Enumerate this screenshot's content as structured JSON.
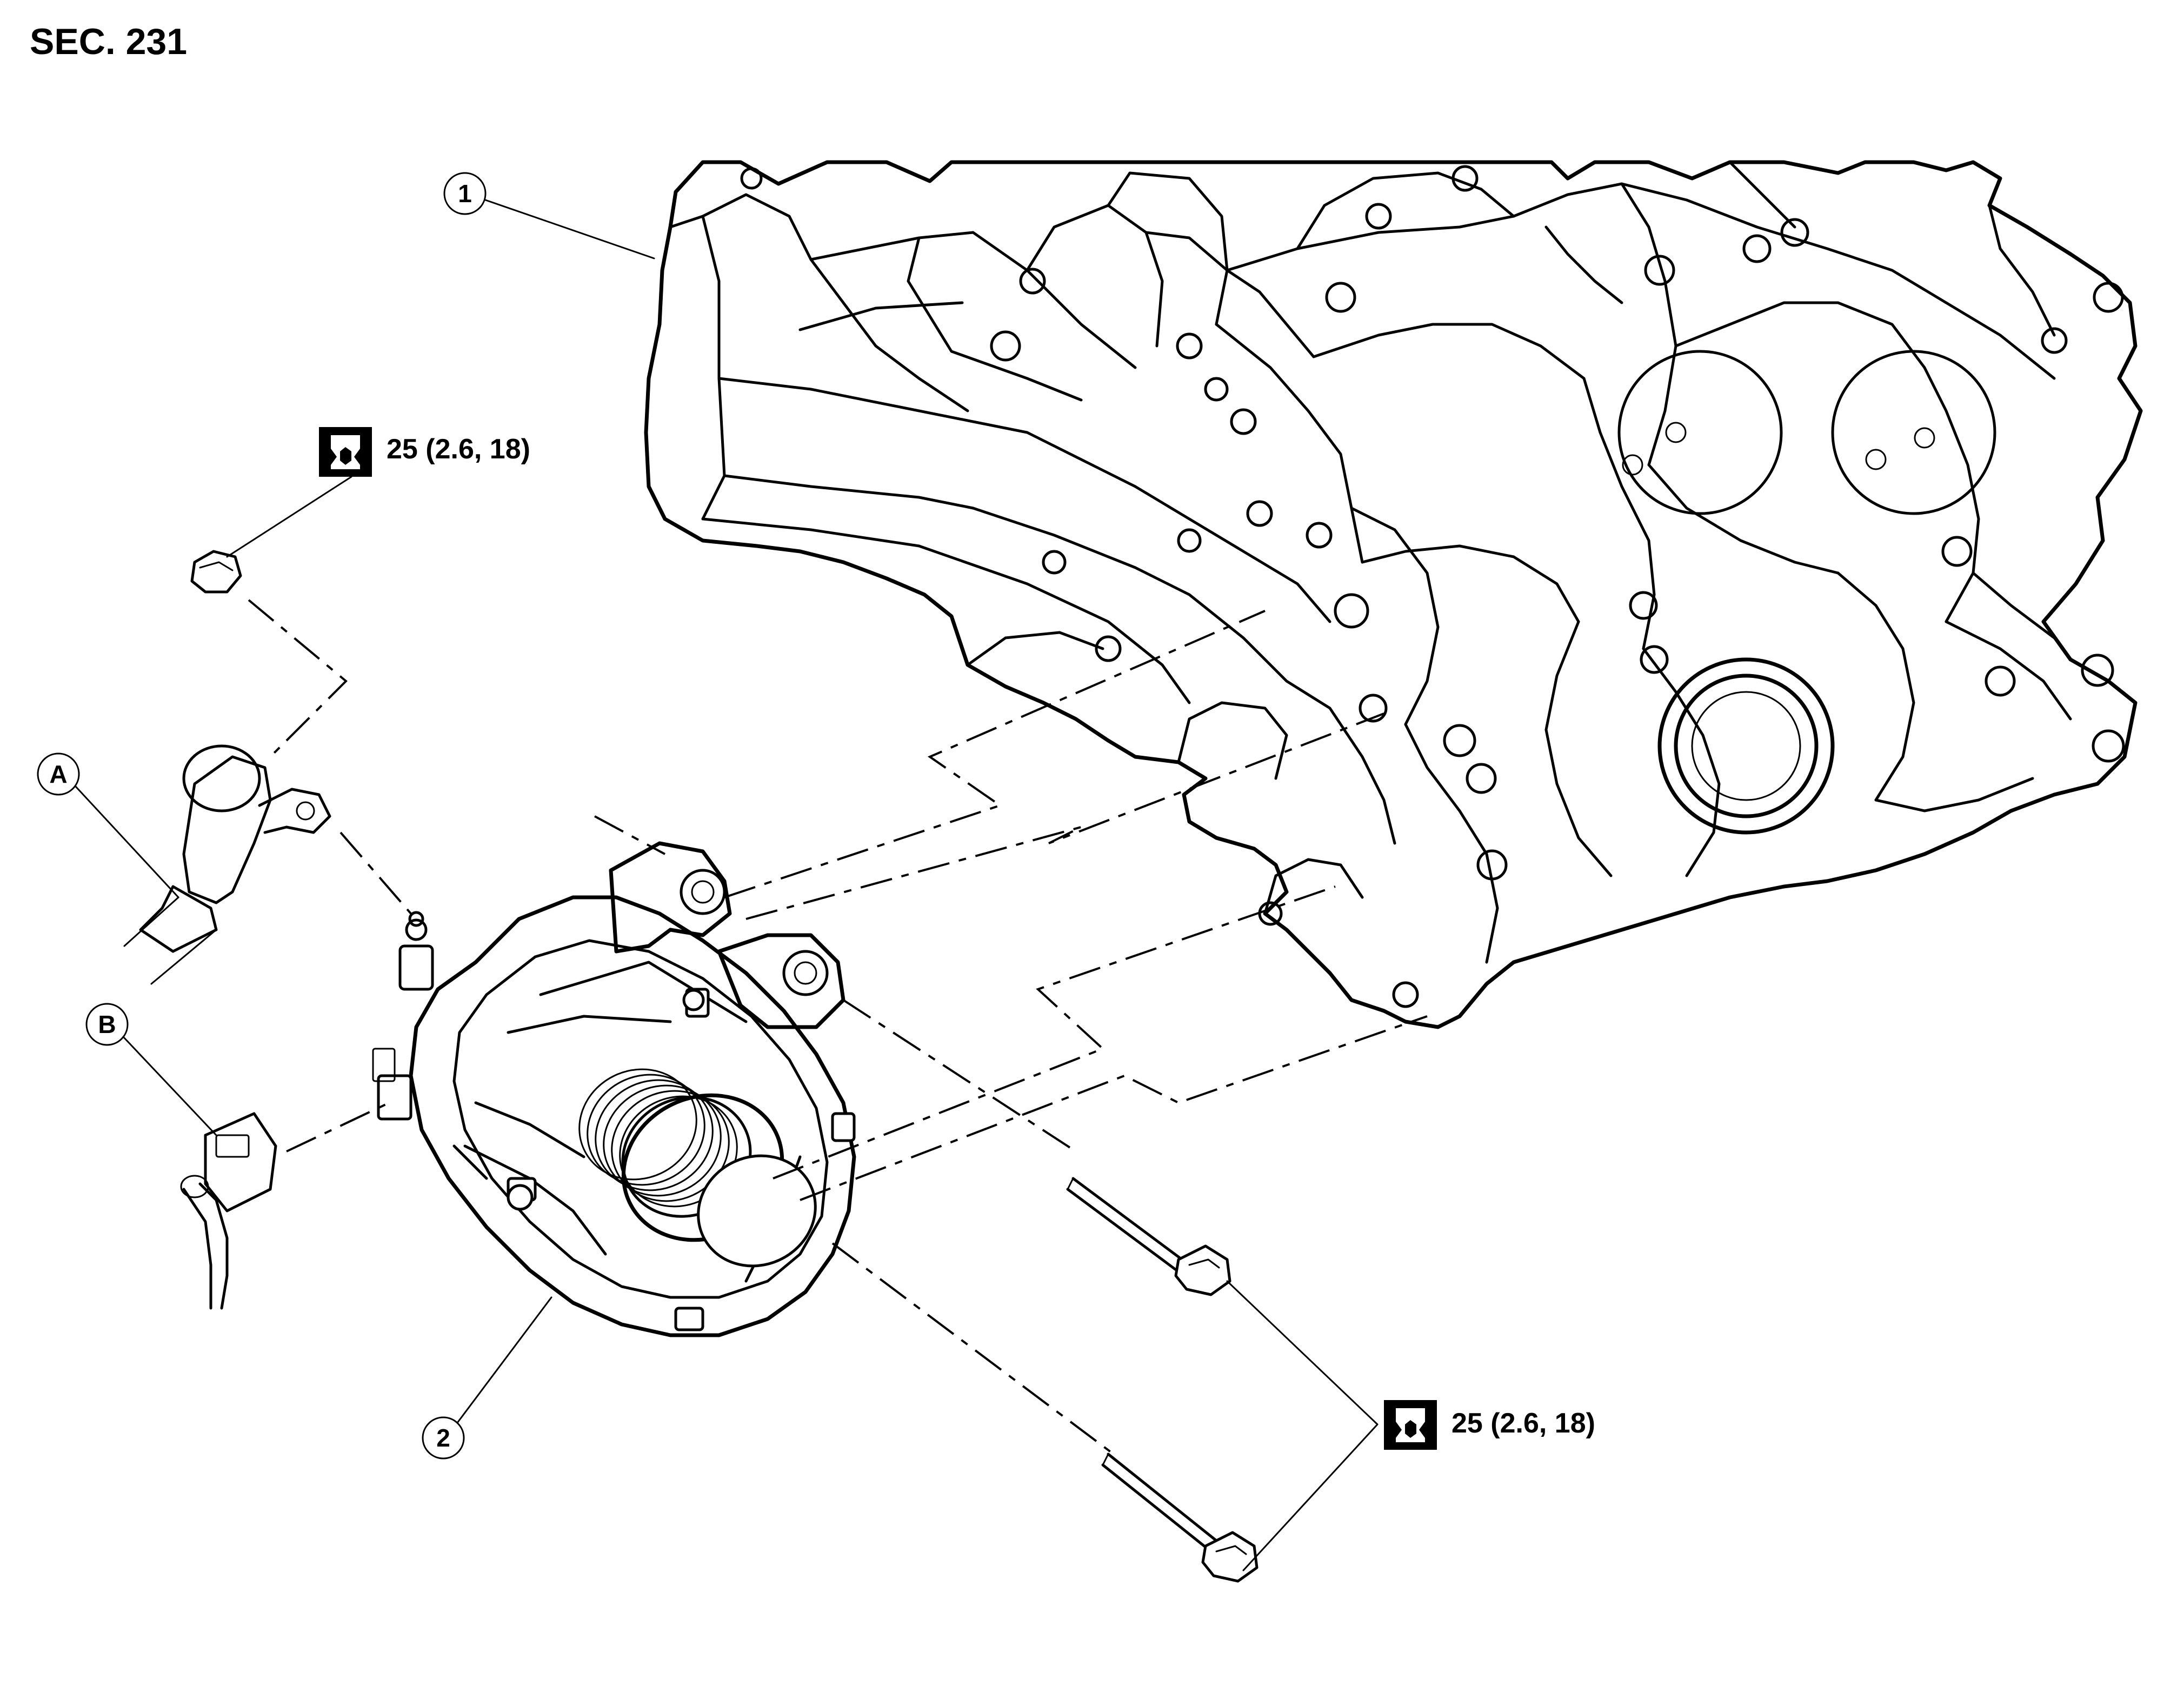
{
  "section": "SEC. 231",
  "callouts": {
    "engine": "1",
    "alternator": "2",
    "a": "A",
    "b": "B"
  },
  "torque": {
    "nut": "25 (2.6, 18)",
    "bolts": "25 (2.6, 18)"
  }
}
